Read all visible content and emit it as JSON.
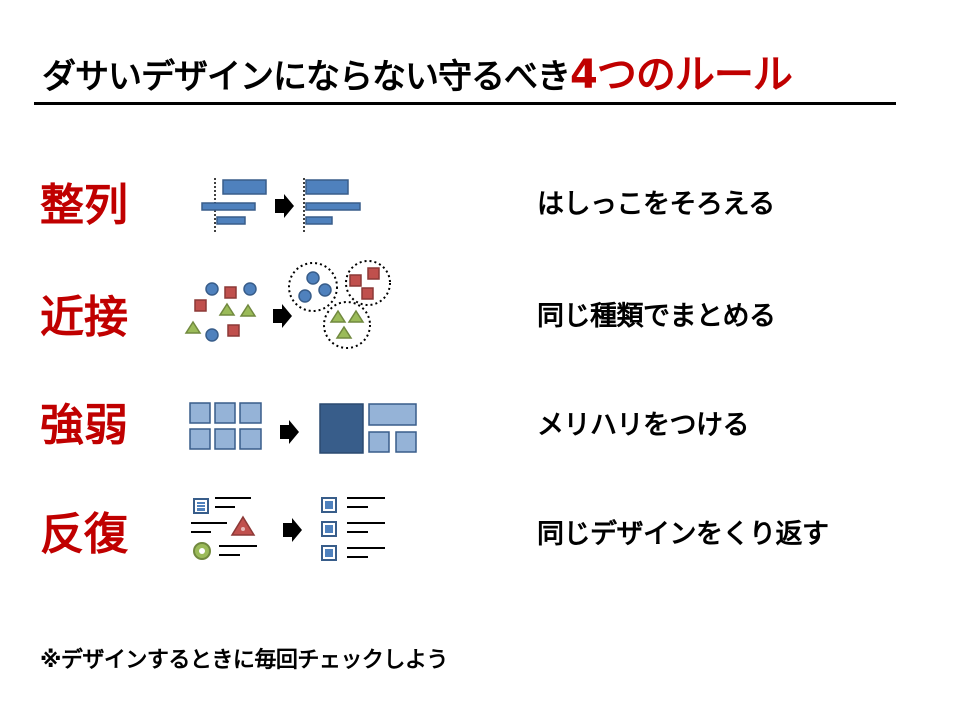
{
  "title": {
    "main": "ダサいデザインにならない守るべき",
    "accent": "4つのルール"
  },
  "rules": [
    {
      "label": "整列",
      "description": "はしっこをそろえる",
      "icon": "alignment-diagram-icon"
    },
    {
      "label": "近接",
      "description": "同じ種類でまとめる",
      "icon": "proximity-diagram-icon"
    },
    {
      "label": "強弱",
      "description": "メリハリをつける",
      "icon": "contrast-diagram-icon"
    },
    {
      "label": "反復",
      "description": "同じデザインをくり返す",
      "icon": "repetition-diagram-icon"
    }
  ],
  "note": "※デザインするときに毎回チェックしよう",
  "colors": {
    "accent": "#c00000",
    "blue": "#4f81bd",
    "blue_light": "#95b3d7",
    "blue_dark": "#385d8a",
    "red_shape": "#c0504d",
    "green_shape": "#9bbb59"
  }
}
